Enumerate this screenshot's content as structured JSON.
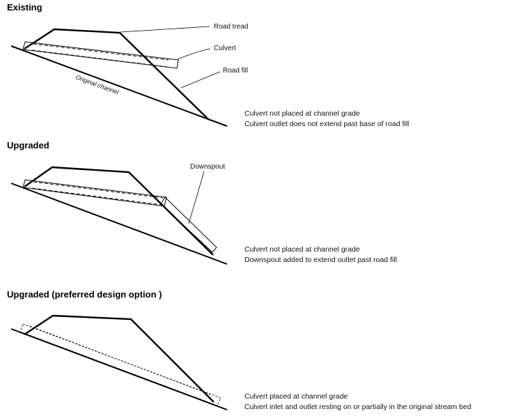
{
  "panels": [
    {
      "heading": "Existing",
      "labels": {
        "road_tread": "Road tread",
        "culvert": "Culvert",
        "road_fill": "Road fill",
        "original_channel": "Original channel"
      },
      "notes": [
        "Culvert not placed at channel grade",
        "Culvert outlet does not extend past base of road fill"
      ]
    },
    {
      "heading": "Upgraded",
      "labels": {
        "downspout": "Downspout"
      },
      "notes": [
        "Culvert not placed at channel grade",
        "Downspout added to extend outlet past road fill"
      ]
    },
    {
      "heading": "Upgraded  (preferred design option )",
      "notes": [
        "Culvert placed at channel grade",
        "Culvert inlet and outlet resting on or partially in the original stream bed"
      ]
    }
  ]
}
